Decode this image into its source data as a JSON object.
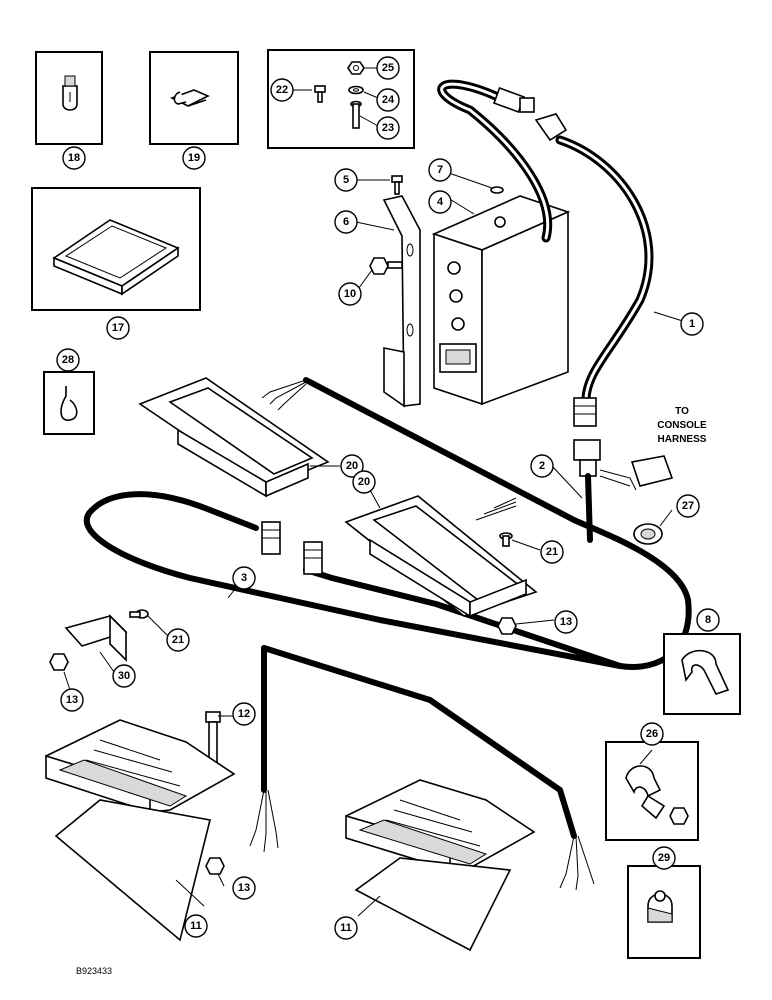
{
  "drawing_code": "B923433",
  "to_label": "TO",
  "console_label": "CONSOLE",
  "harness_label": "HARNESS",
  "callouts": {
    "c1": "1",
    "c2": "2",
    "c3": "3",
    "c4": "4",
    "c5": "5",
    "c6": "6",
    "c7": "7",
    "c8": "8",
    "c10": "10",
    "c11a": "11",
    "c11b": "11",
    "c12": "12",
    "c13a": "13",
    "c13b": "13",
    "c13c": "13",
    "c17": "17",
    "c18": "18",
    "c19": "19",
    "c20": "20",
    "c21a": "21",
    "c21b": "21",
    "c22": "22",
    "c23": "23",
    "c24": "24",
    "c25": "25",
    "c26": "26",
    "c27": "27",
    "c28": "28",
    "c29": "29",
    "c30": "30"
  }
}
